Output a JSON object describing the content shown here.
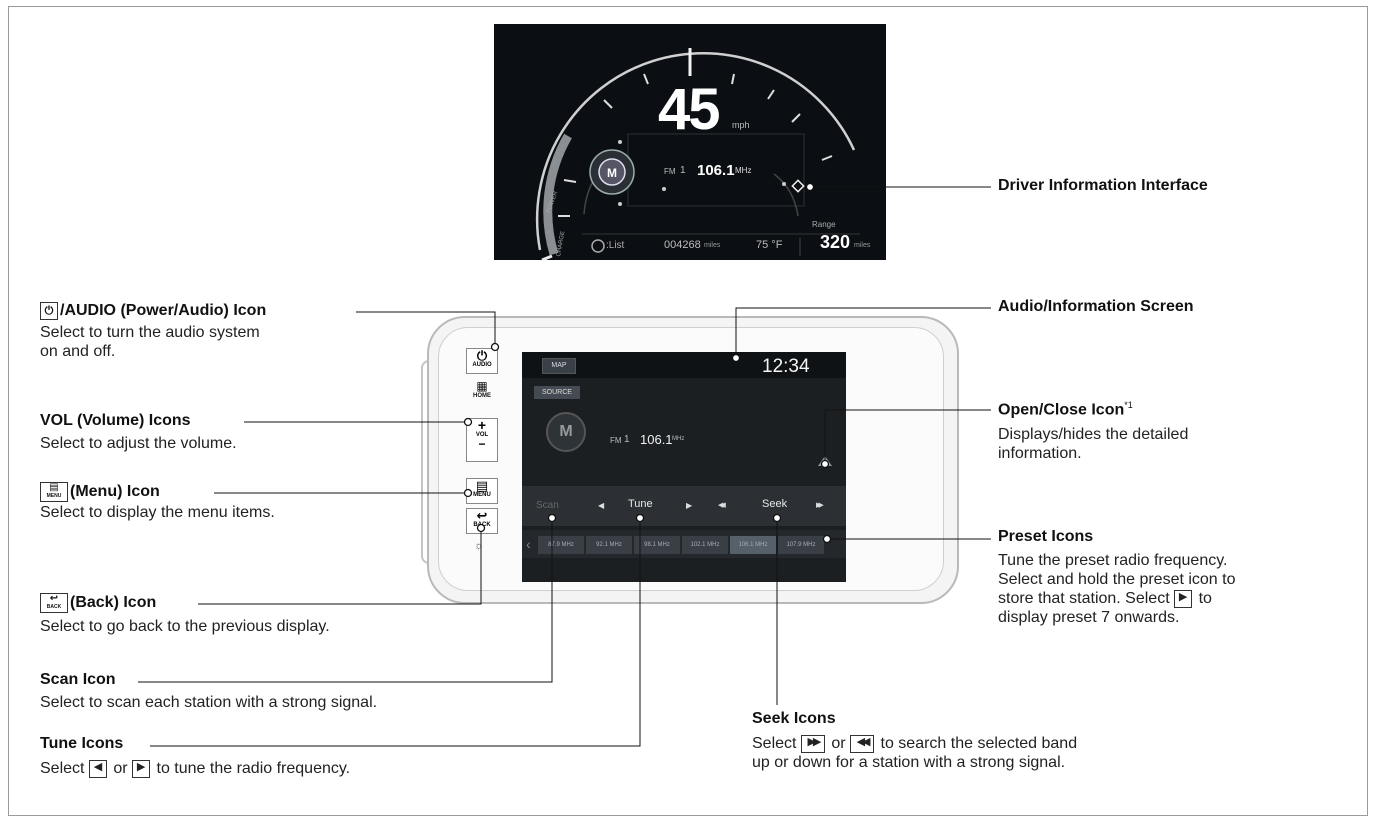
{
  "cluster": {
    "speed": "45",
    "speed_unit": "mph",
    "band": "FM",
    "preset": "1",
    "frequency": "106.1",
    "freq_unit": "MHz",
    "gauge_power": "POWER",
    "gauge_charge": "CHARGE",
    "list_label": ":List",
    "odometer": "004268",
    "odometer_unit": "miles",
    "temperature": "75 °F",
    "range_label": "Range",
    "range_value": "320",
    "range_unit": "miles"
  },
  "unit": {
    "audio_label": "AUDIO",
    "home_label": "HOME",
    "vol_label": "VOL",
    "menu_label": "MENU",
    "back_label": "BACK"
  },
  "screen": {
    "map_tab": "MAP",
    "clock": "12:34",
    "source_button": "SOURCE",
    "band": "FM",
    "preset": "1",
    "frequency": "106.1",
    "freq_unit": "MHz",
    "scan": "Scan",
    "tune": "Tune",
    "seek": "Seek",
    "presets": [
      "87.9 MHz",
      "92.1 MHz",
      "98.1 MHz",
      "102.1 MHz",
      "106.1 MHz",
      "107.9 MHz"
    ]
  },
  "callouts": {
    "driver_info": {
      "title": "Driver Information Interface"
    },
    "audio_screen": {
      "title": "Audio/Information Screen"
    },
    "power": {
      "title": "/AUDIO (Power/Audio) Icon",
      "desc1": "Select to turn the audio system",
      "desc2": "on and off."
    },
    "volume": {
      "title": "VOL (Volume) Icons",
      "desc": "Select to adjust the volume."
    },
    "menu": {
      "title": "(Menu) Icon",
      "desc": "Select to display the menu items."
    },
    "back": {
      "title": "(Back) Icon",
      "desc": "Select to go back to the previous display."
    },
    "scan": {
      "title": "Scan Icon",
      "desc": "Select to scan each station with a strong signal."
    },
    "tune": {
      "title": "Tune Icons",
      "desc_a": "Select",
      "desc_b": "or",
      "desc_c": "to tune the radio frequency."
    },
    "open_close": {
      "title": "Open/Close Icon",
      "footnote": "*1",
      "desc1": "Displays/hides the detailed",
      "desc2": "information."
    },
    "preset": {
      "title": "Preset Icons",
      "desc1": "Tune the preset radio frequency.",
      "desc2": "Select and hold the preset icon to",
      "desc3": "store that station. Select",
      "desc3b": "to",
      "desc4": "display preset 7 onwards."
    },
    "seek": {
      "title": "Seek Icons",
      "desc1a": "Select",
      "desc1b": "or",
      "desc1c": "to search the selected band",
      "desc2": "up or down for a station with a strong signal."
    }
  },
  "icons": {
    "power": "⏻",
    "home": "▦",
    "plus": "+",
    "minus": "−",
    "menu": "▤",
    "back": "↩",
    "tune_left": "◀",
    "tune_right": "▶",
    "seek_fwd": "▶▶",
    "seek_back": "◀◀",
    "preset_more": "▶"
  }
}
